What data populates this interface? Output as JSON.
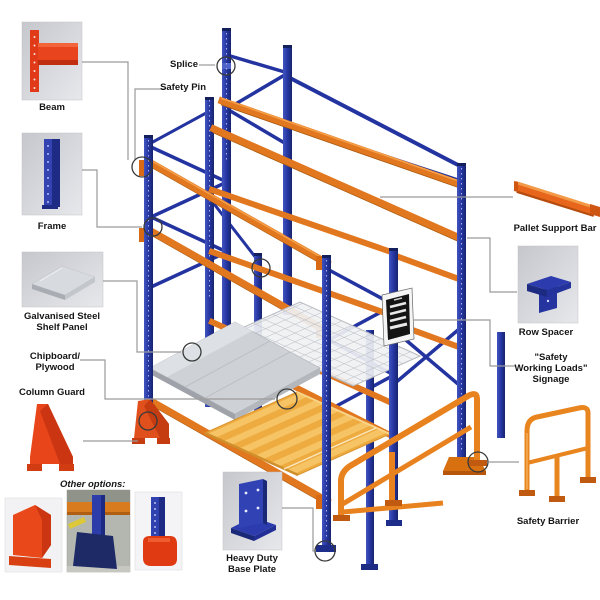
{
  "diagram": {
    "title": "Pallet racking components diagram",
    "palette": {
      "upright_blue": "#2a3aa0",
      "beam_orange": "#e1771e",
      "accent_red": "#e8421c",
      "wood_deck": "#eeab3f",
      "photo_grey": "#cfd0d6",
      "callout_line": "#9a9a9a",
      "text": "#151515"
    },
    "labels": {
      "splice": "Splice",
      "safety_pin": "Safety Pin",
      "beam": "Beam",
      "frame": "Frame",
      "galvanised_1": "Galvanised Steel",
      "galvanised_2": "Shelf Panel",
      "chipboard_1": "Chipboard/",
      "chipboard_2": "Plywood",
      "column_guard": "Column Guard",
      "other_options": "Other options:",
      "heavy_duty_1": "Heavy Duty",
      "heavy_duty_2": "Base Plate",
      "pallet_support_bar": "Pallet Support Bar",
      "row_spacer": "Row Spacer",
      "signage_1": "\"Safety",
      "signage_2": "Working Loads\"",
      "signage_3": "Signage",
      "safety_barrier": "Safety Barrier"
    }
  }
}
